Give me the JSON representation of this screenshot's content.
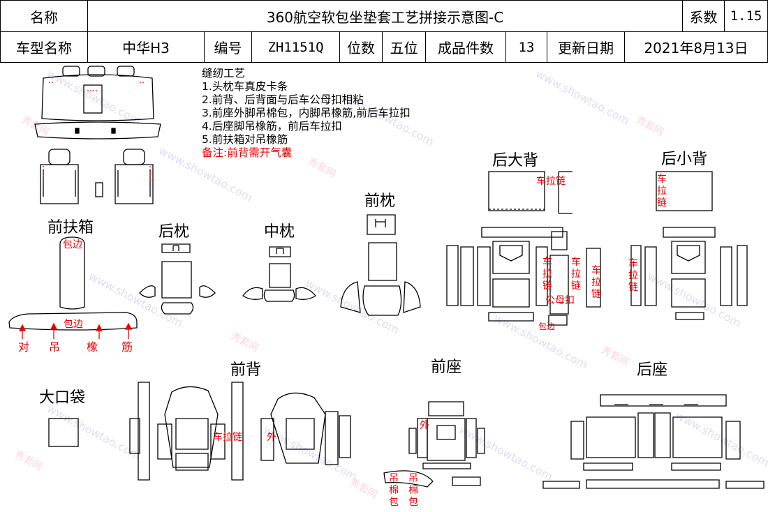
{
  "header": {
    "name_label": "名称",
    "title": "360航空软包坐垫套工艺拼接示意图-C",
    "coef_label": "系数",
    "coef_value": "1.15",
    "model_label": "车型名称",
    "model_value": "中华H3",
    "code_label": "编号",
    "code_value": "ZH1151Q",
    "seats_label": "位数",
    "seats_value": "五位",
    "pieces_label": "成品件数",
    "pieces_value": "13",
    "date_label": "更新日期",
    "date_value": "2021年8月13日"
  },
  "notes": {
    "heading": "缝纫工艺",
    "items": [
      "1.头枕车真皮卡条",
      "2.前背、后背面与后车公母扣相粘",
      "3.前座外脚吊棉包，内脚吊橡筋,前后车拉扣",
      "4.后座脚吊橡筋，前后车拉扣",
      "5.前扶箱对吊橡筋"
    ],
    "remark": "备注:前背需开气囊"
  },
  "sections": {
    "front_armrest": "前扶箱",
    "rear_headrest": "后枕",
    "middle_headrest": "中枕",
    "front_headrest": "前枕",
    "rear_big_back": "后大背",
    "rear_small_back": "后小背",
    "big_pocket": "大口袋",
    "front_back": "前背",
    "front_seat": "前座",
    "rear_seat": "后座"
  },
  "annotations": {
    "binding": "包边",
    "zipper": "车拉链",
    "snap": "公母扣",
    "outer": "外",
    "cotton_pad": "吊棉包",
    "elastic_chars": [
      "对",
      "吊",
      "橡",
      "筋"
    ]
  },
  "watermark": {
    "site": "www.showtao.com",
    "brand": "秀套网"
  },
  "colors": {
    "line": "#000000",
    "annotation": "#ee0000",
    "watermark": "#c8c0e8"
  }
}
